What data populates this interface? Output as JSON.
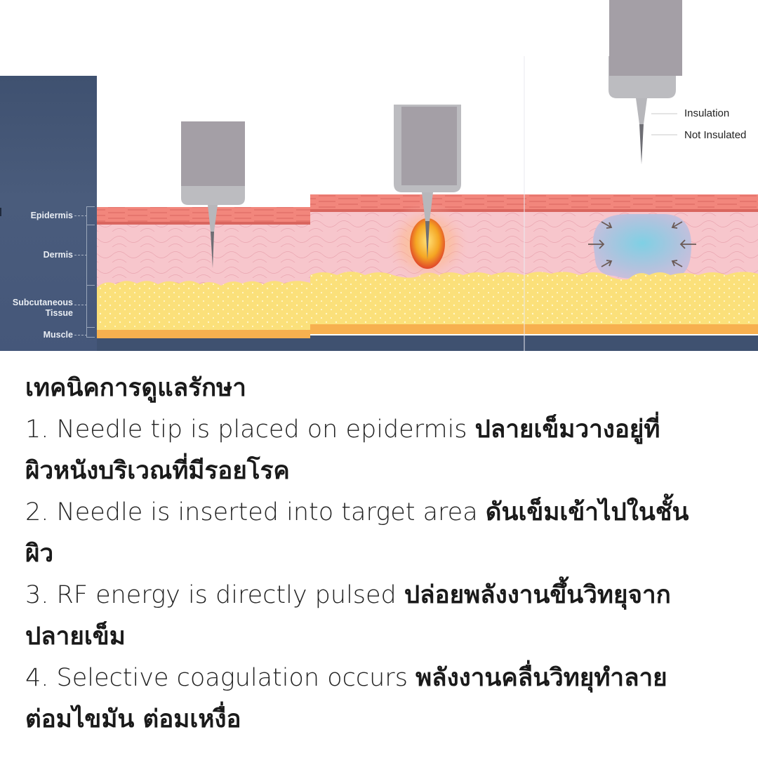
{
  "diagram": {
    "layer_labels": {
      "epidermis": "Epidermis",
      "dermis": "Dermis",
      "subcutaneous_line1": "Subcutaneous",
      "subcutaneous_line2": "Tissue",
      "muscle": "Muscle"
    },
    "needle_legend": {
      "insulation": "Insulation",
      "not_insulated": "Not Insulated"
    },
    "colors": {
      "label_panel": "#45577a",
      "epidermis": "#f2867c",
      "dermis": "#f7c6cc",
      "subcutaneous": "#fbe07a",
      "muscle": "#f7b04f",
      "handpiece_body": "#a49fa6",
      "handpiece_tip": "#bcbcc0",
      "heat_zone": "#f5a623",
      "coagulation_zone": "#9fc7e0"
    },
    "steps": [
      "placement",
      "insertion",
      "rf-pulse",
      "coagulation"
    ]
  },
  "text": {
    "heading": "เทคนิคการดูแลรักษา",
    "items": [
      {
        "en": "1. Needle tip is placed on epidermis ",
        "th_line1": "ปลายเข็มวางอยู่ที่",
        "th_line2": "ผิวหนังบริเวณที่มีรอยโรค"
      },
      {
        "en": "2. Needle is inserted into target area ",
        "th_line1": "ดันเข็มเข้าไปในชั้น",
        "th_line2": "ผิว"
      },
      {
        "en": "3. RF energy is directly pulsed ",
        "th_line1": "ปล่อยพลังงานขึ้นวิทยุจาก",
        "th_line2": "ปลายเข็ม"
      },
      {
        "en": "4. Selective coagulation occurs ",
        "th_line1": "พลังงานคลื่นวิทยุทำลาย",
        "th_line2": "ต่อมไขมัน ต่อมเหงื่อ"
      }
    ]
  }
}
